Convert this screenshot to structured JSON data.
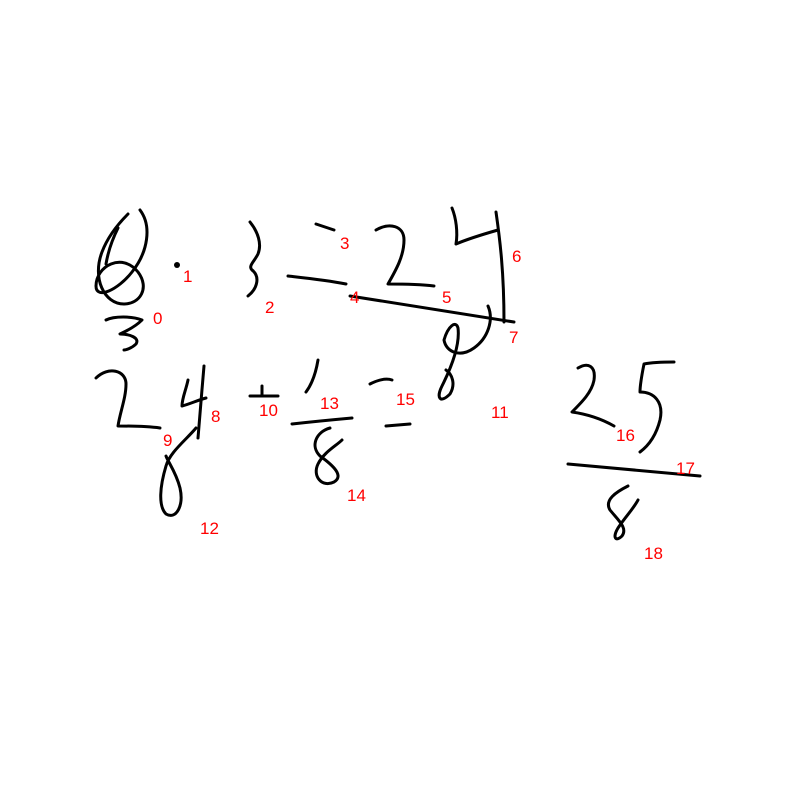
{
  "colors": {
    "background": "#ffffff",
    "ink": "#000000",
    "index_label": "#ff0000"
  },
  "strokes": [
    {
      "id": "stroke-0",
      "label": "0"
    },
    {
      "id": "stroke-1",
      "label": "1"
    },
    {
      "id": "stroke-2",
      "label": "2"
    },
    {
      "id": "stroke-3",
      "label": "3"
    },
    {
      "id": "stroke-4",
      "label": "4"
    },
    {
      "id": "stroke-5",
      "label": "5"
    },
    {
      "id": "stroke-6",
      "label": "6"
    },
    {
      "id": "stroke-7",
      "label": "7"
    },
    {
      "id": "stroke-8",
      "label": "8"
    },
    {
      "id": "stroke-9",
      "label": "9"
    },
    {
      "id": "stroke-10",
      "label": "10"
    },
    {
      "id": "stroke-11",
      "label": "11"
    },
    {
      "id": "stroke-12",
      "label": "12"
    },
    {
      "id": "stroke-13",
      "label": "13"
    },
    {
      "id": "stroke-14",
      "label": "14"
    },
    {
      "id": "stroke-15",
      "label": "15"
    },
    {
      "id": "stroke-16",
      "label": "16"
    },
    {
      "id": "stroke-17",
      "label": "17"
    },
    {
      "id": "stroke-18",
      "label": "18"
    }
  ]
}
